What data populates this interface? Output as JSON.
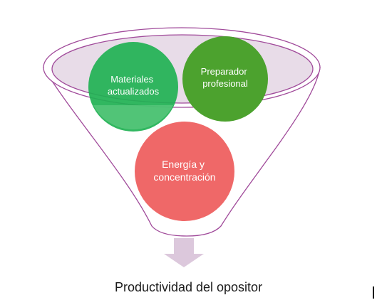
{
  "diagram": {
    "type": "funnel",
    "inputs": [
      {
        "id": "materiales",
        "lines": [
          "Materiales",
          "actualizados"
        ],
        "color": "#20b152"
      },
      {
        "id": "preparador",
        "lines": [
          "Preparador",
          "profesional"
        ],
        "color": "#4ca22e"
      },
      {
        "id": "energia",
        "lines": [
          "Energía y",
          "concentración"
        ],
        "color": "#ee6060"
      }
    ],
    "output": "Productividad del opositor"
  },
  "colors": {
    "funnel_stroke": "#a04a9a",
    "funnel_fill": "#ffffff",
    "rim_fill": "#e8dce8",
    "arrow": "#dcc8dc",
    "text": "#1a1a1a"
  }
}
